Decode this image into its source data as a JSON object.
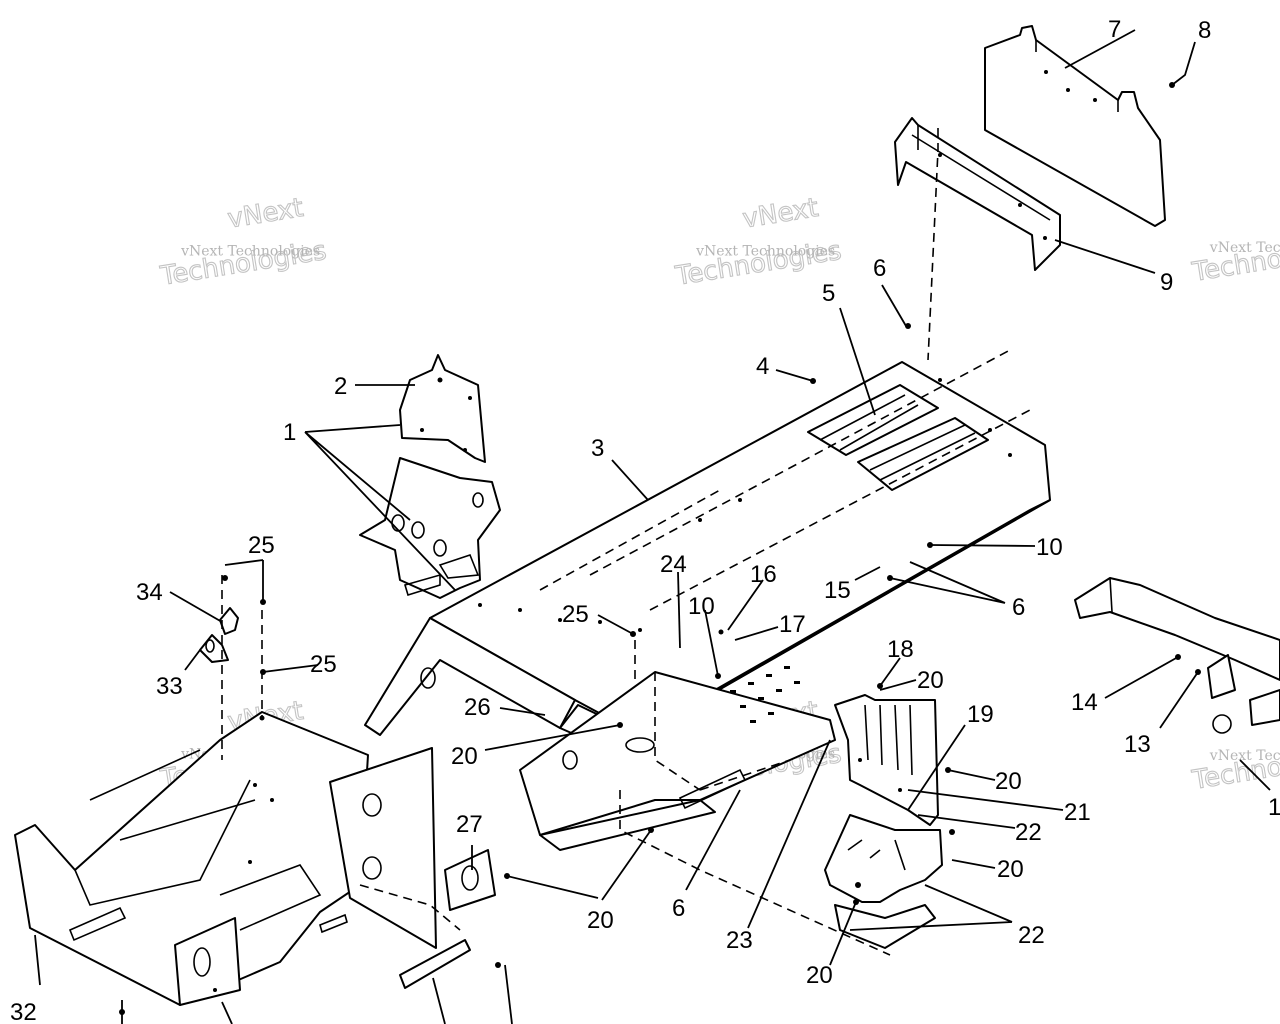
{
  "watermark": {
    "line1": "vNext Technologies",
    "line2": "vNext",
    "line3": "Technologies"
  },
  "callouts": [
    {
      "id": "c1",
      "label": "1"
    },
    {
      "id": "c2",
      "label": "2"
    },
    {
      "id": "c3",
      "label": "3"
    },
    {
      "id": "c4",
      "label": "4"
    },
    {
      "id": "c5",
      "label": "5"
    },
    {
      "id": "c6a",
      "label": "6"
    },
    {
      "id": "c6b",
      "label": "6"
    },
    {
      "id": "c6c",
      "label": "6"
    },
    {
      "id": "c7",
      "label": "7"
    },
    {
      "id": "c8",
      "label": "8"
    },
    {
      "id": "c9",
      "label": "9"
    },
    {
      "id": "c10a",
      "label": "10"
    },
    {
      "id": "c10b",
      "label": "10"
    },
    {
      "id": "c13",
      "label": "13"
    },
    {
      "id": "c14",
      "label": "14"
    },
    {
      "id": "c15",
      "label": "15"
    },
    {
      "id": "c16",
      "label": "16"
    },
    {
      "id": "c17",
      "label": "17"
    },
    {
      "id": "c18",
      "label": "18"
    },
    {
      "id": "c19",
      "label": "19"
    },
    {
      "id": "c20a",
      "label": "20"
    },
    {
      "id": "c20b",
      "label": "20"
    },
    {
      "id": "c20c",
      "label": "20"
    },
    {
      "id": "c20d",
      "label": "20"
    },
    {
      "id": "c20e",
      "label": "20"
    },
    {
      "id": "c20f",
      "label": "20"
    },
    {
      "id": "c21",
      "label": "21"
    },
    {
      "id": "c22a",
      "label": "22"
    },
    {
      "id": "c22b",
      "label": "22"
    },
    {
      "id": "c23",
      "label": "23"
    },
    {
      "id": "c24",
      "label": "24"
    },
    {
      "id": "c25a",
      "label": "25"
    },
    {
      "id": "c25b",
      "label": "25"
    },
    {
      "id": "c25c",
      "label": "25"
    },
    {
      "id": "c26",
      "label": "26"
    },
    {
      "id": "c27",
      "label": "27"
    },
    {
      "id": "c32",
      "label": "32"
    },
    {
      "id": "c33",
      "label": "33"
    },
    {
      "id": "c34",
      "label": "34"
    },
    {
      "id": "c1r",
      "label": "1"
    }
  ]
}
